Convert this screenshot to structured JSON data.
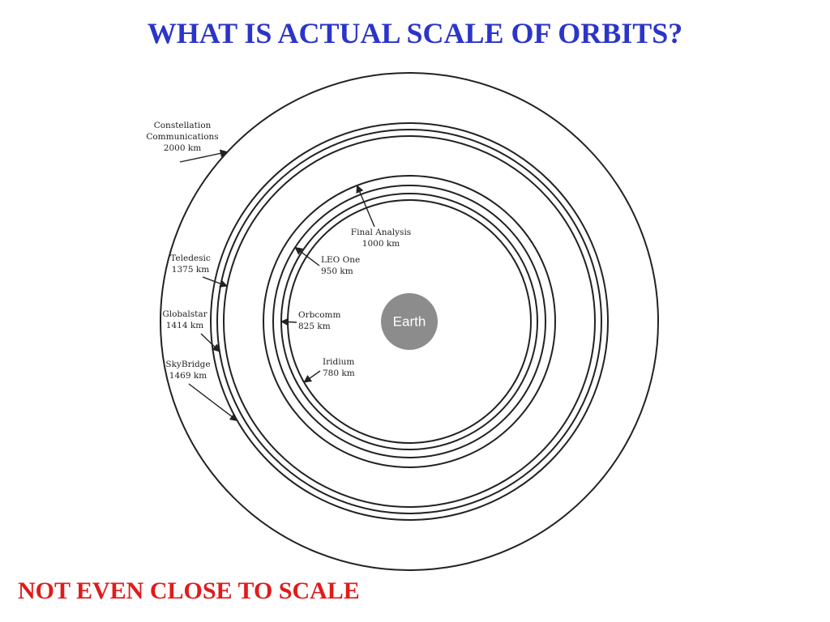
{
  "title": "WHAT IS ACTUAL SCALE OF ORBITS?",
  "footnote": "NOT EVEN CLOSE TO SCALE",
  "colors": {
    "title": "#2b35c8",
    "footnote": "#e01b1b",
    "earth": "#8c8c8c",
    "line": "#222222"
  },
  "earth": {
    "label": "Earth"
  },
  "orbits": [
    {
      "id": "iridium",
      "lines": [
        "Iridium",
        "780 km"
      ],
      "altitude_km": 780
    },
    {
      "id": "orbcomm",
      "lines": [
        "Orbcomm",
        "825 km"
      ],
      "altitude_km": 825
    },
    {
      "id": "leo-one",
      "lines": [
        "LEO One",
        "950 km"
      ],
      "altitude_km": 950
    },
    {
      "id": "final-analysis",
      "lines": [
        "Final Analysis",
        "1000 km"
      ],
      "altitude_km": 1000
    },
    {
      "id": "teledesic",
      "lines": [
        "Teledesic",
        "1375 km"
      ],
      "altitude_km": 1375
    },
    {
      "id": "globalstar",
      "lines": [
        "Globalstar",
        "1414 km"
      ],
      "altitude_km": 1414
    },
    {
      "id": "skybridge",
      "lines": [
        "SkyBridge",
        "1469 km"
      ],
      "altitude_km": 1469
    },
    {
      "id": "constellation",
      "lines": [
        "Constellation",
        "Communications",
        "2000 km"
      ],
      "altitude_km": 2000
    }
  ]
}
